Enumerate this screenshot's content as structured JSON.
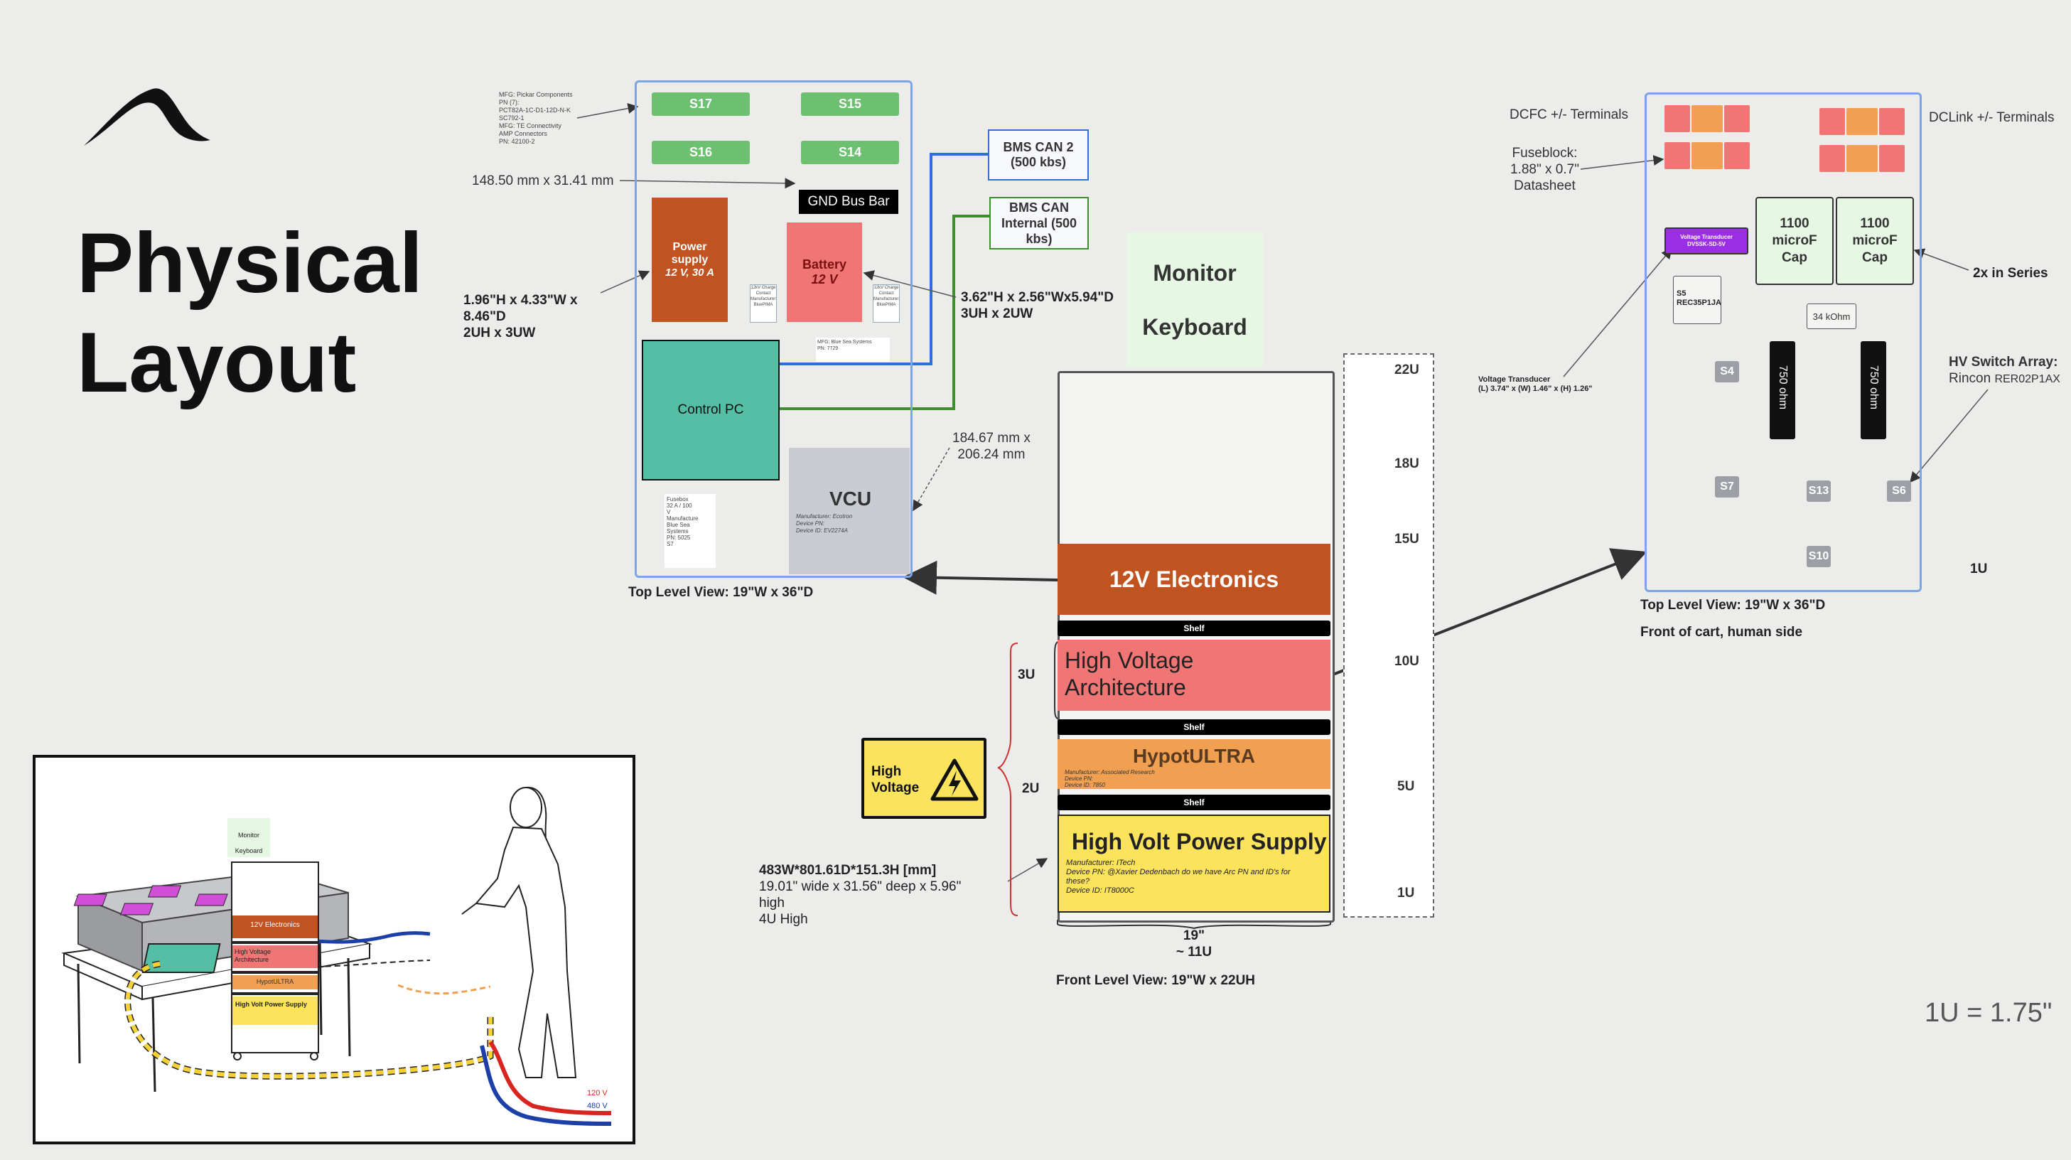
{
  "page": {
    "title_line1": "Physical",
    "title_line2": "Layout",
    "footnote": "1U = 1.75\""
  },
  "top_view": {
    "s17": "S17",
    "s15": "S15",
    "s16": "S16",
    "s14": "S14",
    "mfg_note": [
      "MFG: Pickar Components",
      "PN (7):",
      "PCT82A-1C-D1-12D-N-K",
      "SC792-1",
      "",
      "MFG: TE Connectivity",
      "AMP Connectors",
      "PN: 42100-2"
    ],
    "busbar_dim": "148.50 mm x 31.41 mm",
    "gnd_bus_bar": "GND Bus Bar",
    "power_supply": "Power supply",
    "power_supply_spec": "12 V, 30 A",
    "battery": "Battery",
    "battery_spec": "12 V",
    "ps_dims": [
      "1.96\"H x 4.33\"W x",
      "8.46\"D",
      "2UH x 3UW"
    ],
    "battery_dims": [
      "3.62\"H x 2.56\"Wx5.94\"D",
      "3UH x 2UW"
    ],
    "control_pc": "Control PC",
    "vcu": "VCU",
    "vcu_detail": [
      "Manufacturer: Ecotron",
      "Device PN:",
      "Device ID: EV2274A"
    ],
    "vcu_dims": [
      "184.67 mm x",
      "206.24 mm"
    ],
    "fusebox_note": [
      "Fusebox",
      "32 A / 100",
      "V",
      "",
      "Manufacture",
      "Blue Sea",
      "Systems",
      "PN: 5025",
      "S7"
    ],
    "small_labels": [
      "12kV Charge Contact",
      "Manufacturer: BluePIMA",
      "12kV Charge Contact",
      "Manufacturer: BluePIMA",
      "MFG: Blue Sea Systems",
      "PN: 7729"
    ],
    "bms_can2": [
      "BMS CAN 2",
      "(500 kbs)"
    ],
    "bms_can_int": [
      "BMS CAN",
      "Internal (500",
      "kbs)"
    ],
    "caption": "Top Level View: 19\"W x 36\"D"
  },
  "front_view": {
    "monitor": "Monitor",
    "keyboard": "Keyboard",
    "electronics": "12V Electronics",
    "shelf": "Shelf",
    "hv_arch_line1": "High Voltage",
    "hv_arch_line2": "Architecture",
    "hypot": "HypotULTRA",
    "hypot_detail": [
      "Manufacturer: Associated Research",
      "Device PN:",
      "Device ID: 7850"
    ],
    "hvps": "High Volt Power Supply",
    "hvps_detail": [
      "Manufacturer: ITech",
      "Device PN: @Xavier Dedenbach do we have Arc PN and ID's for",
      "these?",
      "Device ID: IT8000C"
    ],
    "hvps_dims": [
      "483W*801.61D*151.3H [mm]",
      "19.01\" wide x 31.56\" deep x 5.96\"",
      "high",
      "4U High"
    ],
    "u3": "3U",
    "u2": "2U",
    "width_label": [
      "19\"",
      "~ 11U"
    ],
    "rack_ticks": [
      "22U",
      "18U",
      "15U",
      "10U",
      "5U",
      "1U"
    ],
    "caption": "Front Level View: 19\"W x 22UH"
  },
  "hv_sign": {
    "line1": "High",
    "line2": "Voltage"
  },
  "hv_view": {
    "dcfc": "DCFC +/- Terminals",
    "dclink": "DCLink +/- Terminals",
    "fuseblock": [
      "Fuseblock:",
      "1.88\" x 0.7\"",
      " Datasheet"
    ],
    "cap1": [
      "1100",
      "microF",
      "Cap"
    ],
    "cap2": [
      "1100",
      "microF",
      "Cap"
    ],
    "series": "2x in Series",
    "transducer": [
      "Voltage Transducer",
      "DVSSK-SD-5V"
    ],
    "transducer_note": [
      "Voltage Transducer",
      "(L) 3.74\" x (W) 1.46\" x (H) 1.26\""
    ],
    "s5": [
      "S5",
      "REC35P1JA"
    ],
    "r34k": "34 kOhm",
    "r750a": "750 ohm",
    "r750b": "750 ohm",
    "s4": "S4",
    "s7": "S7",
    "s13": "S13",
    "s6": "S6",
    "s10": "S10",
    "hv_switch": [
      "HV Switch Array:",
      "Rincon"
    ],
    "hv_switch_pn": "RER02P1AX",
    "u1": "1U",
    "caption1": "Top Level View: 19\"W x 36\"D",
    "caption2": "Front of cart, human side"
  },
  "sketch": {
    "monitor": "Monitor",
    "keyboard": "Keyboard",
    "electronics": "12V Electronics",
    "hv_arch": [
      "High Voltage",
      "Architecture"
    ],
    "hypot": "HypotULTRA",
    "hvps": "High Volt Power Supply",
    "v120": "120 V",
    "v480": "480 V"
  },
  "colors": {
    "green": "#6cc06f",
    "orange_dark": "#c0531f",
    "salmon": "#f07575",
    "teal": "#55bfa6",
    "grey": "#c9cdd3",
    "orange": "#f0a050",
    "yellow": "#fce35c",
    "frame_blue": "#7aa6e8",
    "purple": "#9b2fe6",
    "pale_green": "#e6f7e3"
  }
}
